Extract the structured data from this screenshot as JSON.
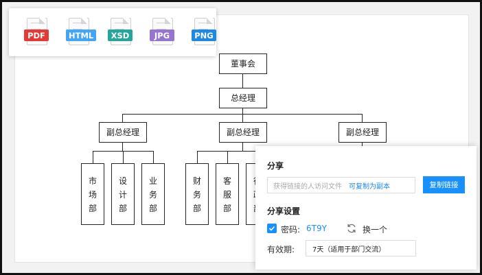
{
  "toolbar": {
    "formats": [
      {
        "label": "PDF",
        "color": "#e53935",
        "icon": "pdf-file-icon"
      },
      {
        "label": "HTML",
        "color": "#42a5f5",
        "icon": "html-file-icon"
      },
      {
        "label": "XSD",
        "color": "#26a69a",
        "icon": "xsd-file-icon"
      },
      {
        "label": "JPG",
        "color": "#9575cd",
        "icon": "jpg-file-icon"
      },
      {
        "label": "PNG",
        "color": "#1e88e5",
        "icon": "png-file-icon"
      }
    ]
  },
  "org": {
    "board": "董事会",
    "gm": "总经理",
    "vp_left": "副总经理",
    "vp_mid": "副总经理",
    "vp_right": "副总经理",
    "depts_left": [
      "市场部",
      "设计部",
      "业务部"
    ],
    "depts_mid": [
      "财务部",
      "客服部",
      "行政部"
    ]
  },
  "share": {
    "title": "分享",
    "link_placeholder": "获得链接的人访问文件",
    "link_copy_text": "可复制为副本",
    "copy_button": "复制链接",
    "settings_title": "分享设置",
    "password_label": "密码:",
    "password_value": "6T9Y",
    "refresh_label": "换一个",
    "validity_label": "有效期:",
    "validity_value": "7天（适用于部门交流）",
    "accent_color": "#1890ff"
  }
}
